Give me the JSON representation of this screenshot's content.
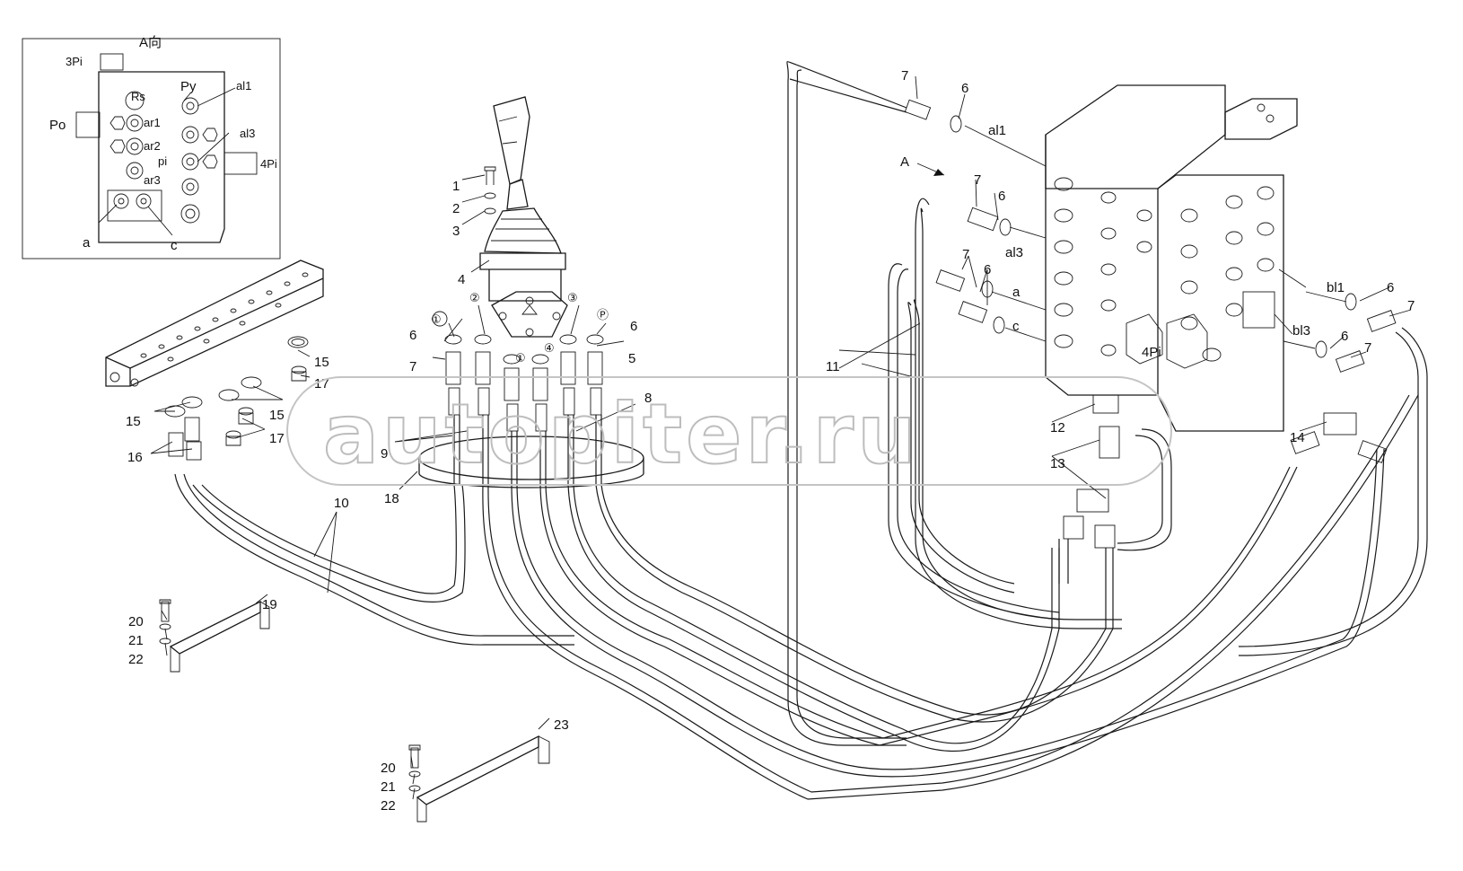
{
  "view": {
    "title": "A向",
    "ports": [
      "3Pi",
      "Rs",
      "Py",
      "al1",
      "Po",
      "ar1",
      "ar2",
      "al3",
      "pi",
      "4Pi",
      "ar3",
      "a",
      "c"
    ]
  },
  "main_ports": [
    "al1",
    "al3",
    "a",
    "c",
    "bl1",
    "bl3",
    "4Pi"
  ],
  "view_arrow": "A",
  "part_numbers": [
    "1",
    "2",
    "3",
    "4",
    "5",
    "6",
    "7",
    "8",
    "9",
    "10",
    "11",
    "12",
    "13",
    "14",
    "15",
    "16",
    "17",
    "18",
    "19",
    "20",
    "21",
    "22",
    "23"
  ],
  "circled_ports": [
    "①",
    "②",
    "③",
    "Ⓟ",
    "④"
  ],
  "watermark": "autopiter.ru"
}
